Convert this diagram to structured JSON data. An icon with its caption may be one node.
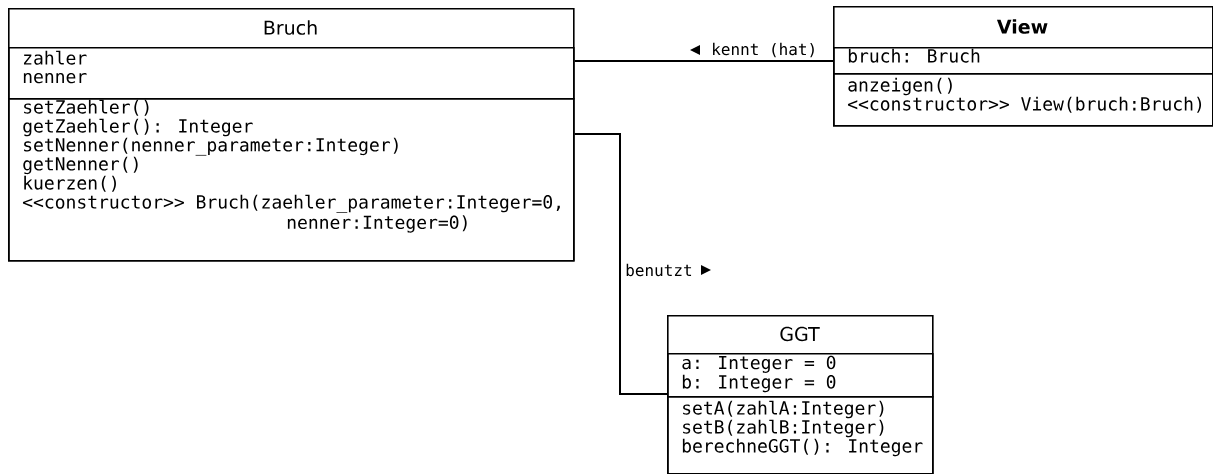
{
  "diagram": {
    "nodes": [
      {
        "text": [
          "Bruch"
        ]
      },
      {
        "text": [
          "zahler",
          "nenner"
        ],
        "in": 0
      },
      {
        "text": [
          "setZaehler()",
          "getZaehler(): Integer",
          "setNenner(nenner_parameter:Integer)",
          "getNenner()",
          "kuerzen()",
          "<<constructor>> Bruch(zaehler_parameter:Integer=0, nenner:Integer=0)"
        ],
        "in": 0
      },
      {
        "text": [
          "View"
        ]
      },
      {
        "text": [
          "bruch: Bruch"
        ],
        "in": 3
      },
      {
        "text": [
          "anzeigen()",
          "<<constructor>> View(bruch:Bruch)"
        ],
        "in": 3
      },
      {
        "text": [
          "GGT"
        ]
      },
      {
        "text": [
          "a: Integer = 0",
          "b: Integer = 0"
        ],
        "in": 6
      },
      {
        "text": [
          "setA(zahlA:Integer)",
          "setB(zahlB:Integer)",
          "berechneGGT(): Integer"
        ],
        "in": 6
      }
    ],
    "edges": [
      {
        "from": 1,
        "to": 4,
        "arrow": "none",
        "label": "kennt (hat)"
      },
      {
        "from": 2,
        "to": 7,
        "arrow": "none",
        "label": "benutzt"
      }
    ]
  }
}
